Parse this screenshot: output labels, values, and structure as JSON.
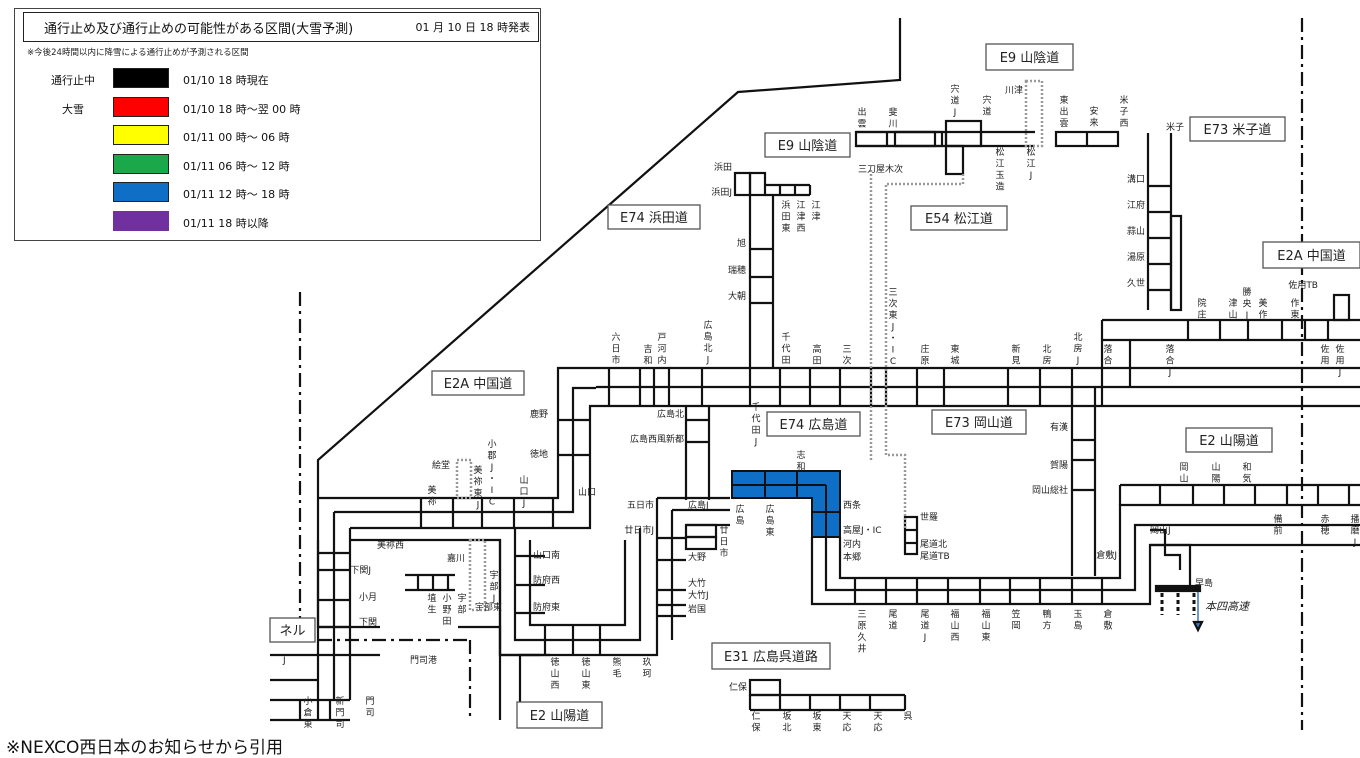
{
  "legend": {
    "title": "通行止め及び通行止めの可能性がある区間(大雪予測)",
    "issued": "01 月 10 日 18 時発表",
    "note": "※今後24時間以内に降雪による通行止めが予測される区間",
    "rows": [
      {
        "label": "通行止中",
        "color": "#000000",
        "text": "01/10 18 時現在"
      },
      {
        "label": "大雪",
        "color": "#ff0000",
        "text": "01/10 18 時～翌 00 時"
      },
      {
        "label": "",
        "color": "#ffff00",
        "text": "01/11 00 時～ 06 時"
      },
      {
        "label": "",
        "color": "#1aa84a",
        "text": "01/11 06 時～ 12 時"
      },
      {
        "label": "",
        "color": "#0f6fc6",
        "text": "01/11 12 時～ 18 時"
      },
      {
        "label": "",
        "color": "#7030a0",
        "text": "01/11 18 時以降"
      }
    ]
  },
  "colors": {
    "road": "#111111",
    "closed_forecast": "#0f6fc6",
    "honshi_arrow": "#3a78b8",
    "honshi_text": "#6a9ccc"
  },
  "road_names": {
    "e9_sanin_1": "E9  山陰道",
    "e9_sanin_2": "E9  山陰道",
    "e73_yonago": "E73  米子道",
    "e74_hamada": "E74  浜田道",
    "e54_matsue": "E54  松江道",
    "e2a_chugoku_1": "E2A  中国道",
    "e2a_chugoku_2": "E2A  中国道",
    "e74_hiroshima": "E74  広島道",
    "e73_okayama": "E73  岡山道",
    "e2_sanyo_1": "E2  山陽道",
    "e2_sanyo_2": "E2  山陽道",
    "e31_hiroshima_kure": "E31  広島呉道路",
    "tunnel": "ネル"
  },
  "honshi": "本四高速",
  "stations": {
    "izumo": "出雲",
    "hikawa": "斐川",
    "shinji_j": "宍道J",
    "shinji": "宍道",
    "matsue_tamatsukuri": "松江玉造",
    "kawatsu": "川津",
    "matsue_j": "松江J",
    "higashi_izumo": "東出雲",
    "yasugi": "安来",
    "yonago_nishi": "米子西",
    "yonago": "米子",
    "mizokuchi": "溝口",
    "kofu": "江府",
    "hiruzen": "蒜山",
    "yubara": "湯原",
    "kuse": "久世",
    "mitoya_kisuki": "三刀屋木次",
    "hamada": "浜田",
    "hamada_j": "浜田J",
    "hamada_higashi": "浜田東",
    "gotsu_nishi": "江津西",
    "gotsu": "江津",
    "asahi": "旭",
    "mizuho": "瑞穂",
    "oasa": "大朝",
    "muikaichi": "六日市",
    "yoshiwa": "吉和",
    "togouchi": "戸河内",
    "hiroshima_kita_j": "広島北J",
    "chiyoda": "千代田",
    "takata": "高田",
    "miyoshi": "三次",
    "miyoshi_higashi": "三次東J・IC",
    "shobara": "庄原",
    "tojo": "東城",
    "niimi": "新見",
    "hokubo": "北房",
    "hokubo_j": "北房J",
    "ochiai": "落合",
    "ochiai_j": "落合J",
    "innosho": "院庄",
    "tsuyama": "津山",
    "shoboku_j": "勝央J",
    "mimasaka": "美作",
    "sakuto": "作東",
    "sayo_tb": "佐用TB",
    "sayo": "佐用",
    "sayo_j": "佐用J",
    "shikano": "鹿野",
    "tokuji": "徳地",
    "yamaguchi": "山口",
    "kotou": "絵堂",
    "mine": "美祢",
    "mine_higashi_j": "美祢東J",
    "ogori": "小郡J・IC",
    "yamaguchi_j": "山口J",
    "hiroshima_kita": "広島北",
    "hiroshima_nishi": "広島西風新都",
    "chiyoda_j": "千代田J",
    "itsukaichi": "五日市",
    "hatsukaichi_j": "廿日市J",
    "hiroshima_j": "広島J",
    "hiroshima": "広島",
    "hiroshima_higashi": "広島東",
    "shiwa": "志和",
    "saijo": "西条",
    "takaya": "高屋J・IC",
    "kouchi": "河内",
    "hongo": "本郷",
    "hatsukaichi": "廿日市",
    "ono": "大野",
    "otake": "大竹",
    "otake_j": "大竹J",
    "iwakuni": "岩国",
    "sera": "世羅",
    "onomichi_kita": "尾道北",
    "onomichi_tb": "尾道TB",
    "mihara_kui": "三原久井",
    "onomichi": "尾道",
    "onomichi_j": "尾道J",
    "fukuyama_nishi": "福山西",
    "fukuyama_higashi": "福山東",
    "kasaoka": "笠岡",
    "kamogata": "鴨方",
    "tamashima": "玉島",
    "kurashiki": "倉敷",
    "ariga": "有漢",
    "kayo": "賀陽",
    "okayama_soja": "岡山総社",
    "kurashiki_j": "倉敷J",
    "okayama_j": "岡山J",
    "hayashima": "早島",
    "okayama": "岡山",
    "sanyo": "山陽",
    "wake": "和気",
    "bizen": "備前",
    "ako": "赤穂",
    "harima_j": "播磨J",
    "mine_nishi": "美祢西",
    "shimonoseki_j": "下関J",
    "ozuki": "小月",
    "shimonoseki": "下関",
    "kawagawa": "嘉川",
    "asa": "埴生",
    "onoda": "小野田",
    "ube": "宇部",
    "ube_j": "宇部J",
    "ube_higashi": "宇部東",
    "yamaguchi_minami": "山口南",
    "hofu_nishi": "防府西",
    "hofu_higashi": "防府東",
    "tokuyama_nishi": "徳山西",
    "tokuyama_higashi": "徳山東",
    "kumage": "熊毛",
    "kuga": "玖珂",
    "mojiko": "門司港",
    "kokura_higashi": "小倉東",
    "shin_moji": "新門司",
    "moji": "門司",
    "nigata": "仁保",
    "nigata2": "仁保",
    "saka_kita": "坂北",
    "saka_higashi": "坂東",
    "tenno": "天応",
    "tenno2": "天応",
    "kure": "呉",
    "j_left": "J"
  },
  "footer": "※NEXCO西日本のお知らせから引用"
}
